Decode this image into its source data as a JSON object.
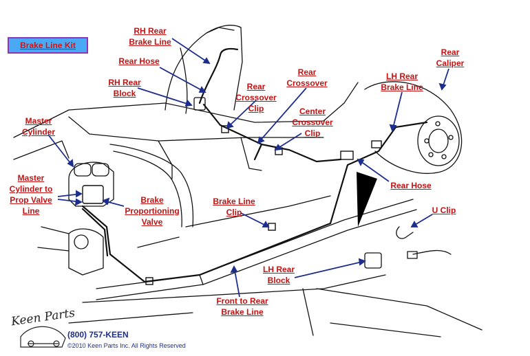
{
  "kit_button": "Brake Line Kit",
  "labels": {
    "rh_rear_brake_line": [
      "RH Rear",
      "Brake Line"
    ],
    "rear_hose_top": [
      "Rear Hose"
    ],
    "rh_rear_block": [
      "RH Rear",
      "Block"
    ],
    "rear_crossover_clip": [
      "Rear",
      "Crossover",
      "Clip"
    ],
    "rear_crossover": [
      "Rear",
      "Crossover"
    ],
    "center_crossover_clip": [
      "Center",
      "Crossover",
      "Clip"
    ],
    "lh_rear_brake_line": [
      "LH Rear",
      "Brake Line"
    ],
    "rear_caliper": [
      "Rear",
      "Caliper"
    ],
    "master_cylinder": [
      "Master",
      "Cylinder"
    ],
    "master_cyl_to_prop": [
      "Master",
      "Cylinder to",
      "Prop Valve",
      "Line"
    ],
    "brake_proportioning_valve": [
      "Brake",
      "Proportioning",
      "Valve"
    ],
    "brake_line_clip": [
      "Brake Line",
      "Clip"
    ],
    "rear_hose_right": [
      "Rear Hose"
    ],
    "u_clip": [
      "U Clip"
    ],
    "lh_rear_block": [
      "LH Rear",
      "Block"
    ],
    "front_to_rear_brake_line": [
      "Front to Rear",
      "Brake Line"
    ]
  },
  "footer": {
    "logo": "Keen Parts",
    "phone": "(800) 757-KEEN",
    "copyright": "©2010 Keen Parts Inc. All Rights Reserved"
  },
  "colors": {
    "label": "#c41212",
    "arrow": "#1c2d8c",
    "kit_bg": "#4aa9f4",
    "kit_border": "#8e34b8"
  }
}
